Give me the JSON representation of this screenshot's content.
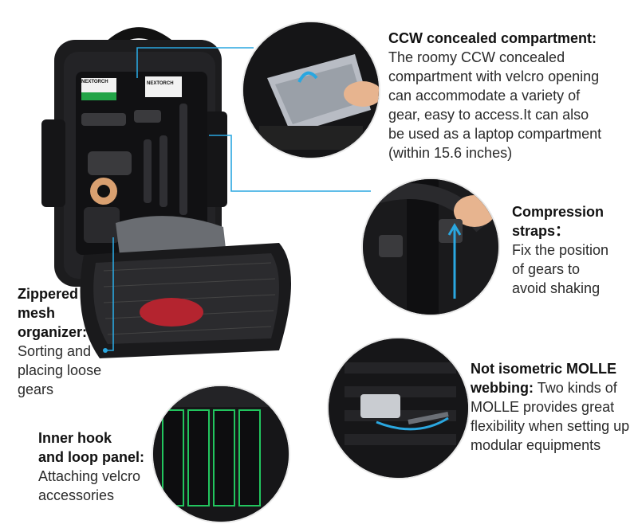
{
  "colors": {
    "callout_line": "#2aa7e0",
    "accent_green": "#22c55e",
    "bag_black": "#1a1a1c"
  },
  "badges": {
    "brand_1": "NEXTORCH",
    "brand_2": "NEXTORCH"
  },
  "features": {
    "ccw": {
      "title": "CCW concealed compartment:",
      "lines": [
        "The roomy CCW concealed",
        "compartment with velcro opening",
        "can accommodate a variety of",
        "gear, easy to access.It can also",
        "be used as a laptop compartment",
        "(within 15.6 inches)"
      ]
    },
    "compression": {
      "title_lines": [
        "Compression",
        "straps："
      ],
      "lines": [
        "Fix the position",
        "of gears to",
        "avoid shaking"
      ]
    },
    "mesh": {
      "title_lines": [
        "Zippered",
        "mesh",
        "organizer:"
      ],
      "lines": [
        "Sorting and",
        "placing loose",
        "gears"
      ]
    },
    "molle": {
      "title_lines": [
        "Not isometric MOLLE",
        "webbing:"
      ],
      "title_tail": "Two kinds of",
      "lines": [
        "MOLLE provides great",
        "flexibility when setting up",
        "modular equipments"
      ]
    },
    "hook": {
      "title_lines": [
        "Inner hook",
        "and loop panel:"
      ],
      "lines": [
        "Attaching velcro",
        "accessories"
      ]
    }
  }
}
